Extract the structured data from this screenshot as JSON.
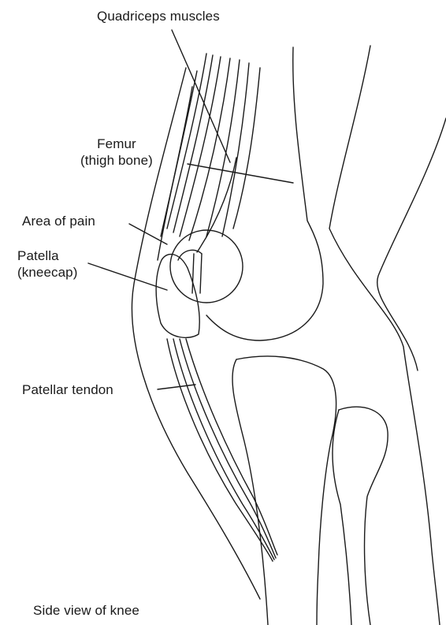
{
  "labels": {
    "quadriceps": "Quadriceps muscles",
    "femur_line1": "Femur",
    "femur_line2": "(thigh bone)",
    "area_of_pain": "Area of pain",
    "patella_line1": "Patella",
    "patella_line2": "(kneecap)",
    "patellar_tendon": "Patellar tendon",
    "caption": "Side view of knee"
  },
  "colors": {
    "line": "#1a1a1a",
    "background": "#ffffff"
  }
}
